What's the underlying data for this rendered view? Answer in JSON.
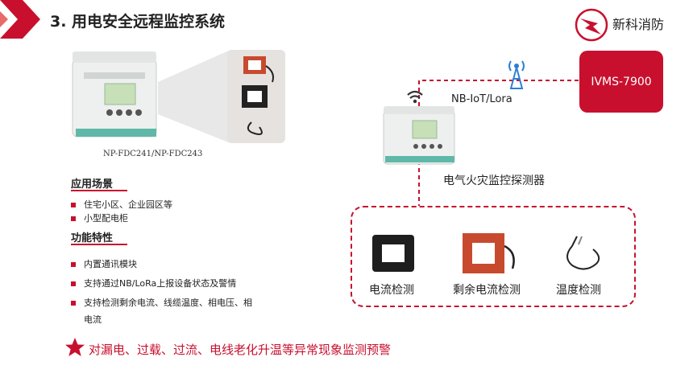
{
  "header": {
    "title": "3. 用电安全远程监控系统",
    "brand": "新科消防"
  },
  "product": {
    "model_label": "NP-FDC241/NP-FDC243"
  },
  "sections": {
    "application": {
      "heading": "应用场景",
      "items": [
        "住宅小区、企业园区等",
        "小型配电柜"
      ]
    },
    "features": {
      "heading": "功能特性",
      "items": [
        "内置通讯模块",
        "支持通过NB/LoRa上报设备状态及警情",
        "支持检测剩余电流、线缆温度、相电压、相",
        "电流"
      ]
    }
  },
  "warning": {
    "text": "对漏电、过载、过流、电线老化升温等异常现象监测预警"
  },
  "diagram": {
    "network_label": "NB-IoT/Lora",
    "server_label": "IVMS-7900",
    "detector_label": "电气火灾监控探测器",
    "sensors": [
      "电流检测",
      "剩余电流检测",
      "温度检测"
    ]
  },
  "colors": {
    "accent": "#c8102e",
    "dark": "#222222"
  }
}
